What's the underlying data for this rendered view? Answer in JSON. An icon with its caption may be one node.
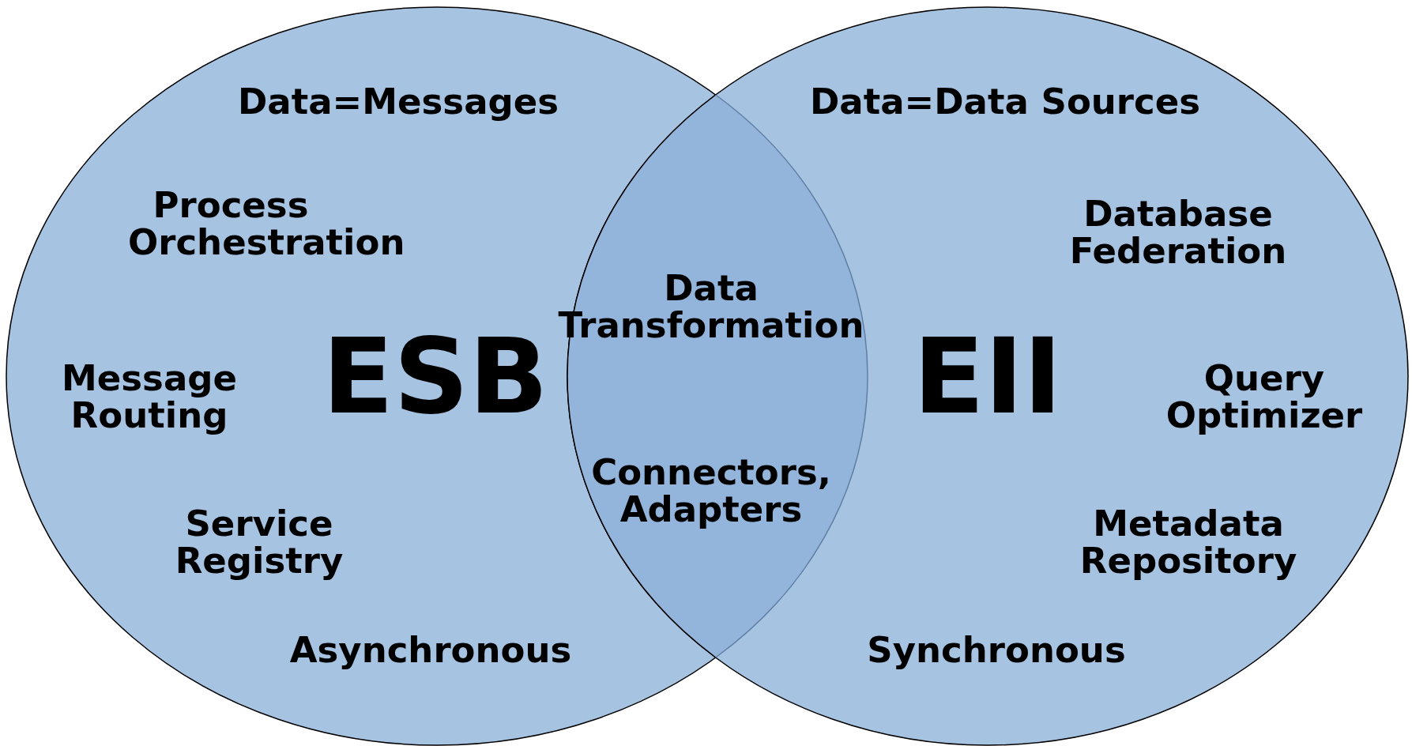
{
  "diagram": {
    "nodes": [
      {
        "text": [
          "Data=Messages",
          "Process Orchestration",
          "Message Routing",
          "ESB",
          "Service Registry",
          "Asynchronous"
        ]
      },
      {
        "text": [
          "Data Transformation",
          "Connectors, Adapters"
        ]
      },
      {
        "text": [
          "Data=Data Sources",
          "Database Federation",
          "EII",
          "Query Optimizer",
          "Metadata Repository",
          "Synchronous"
        ]
      }
    ]
  }
}
